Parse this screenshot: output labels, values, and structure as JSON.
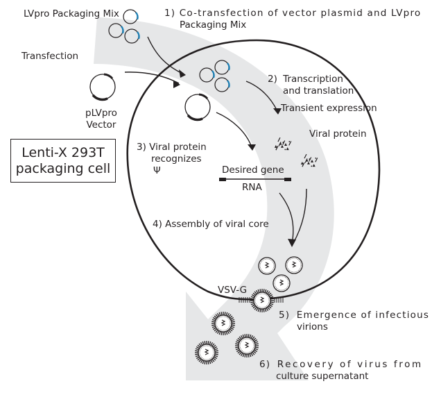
{
  "diagram": {
    "title_box": {
      "line1": "Lenti-X 293T",
      "line2": "packaging cell"
    },
    "labels": {
      "packaging_mix": "LVpro Packaging Mix",
      "transfection": "Transfection",
      "vector_line1": "pLVpro",
      "vector_line2": "Vector",
      "desired_gene": "Desired gene",
      "rna": "RNA",
      "viral_protein": "Viral protein",
      "vsvg": "VSV-G",
      "transient": "Transient expression",
      "psi": "Ψ"
    },
    "steps": [
      {
        "num": "1)",
        "line1": "Co-transfection of vector plasmid and LVpro",
        "line2": "Packaging Mix"
      },
      {
        "num": "2)",
        "line1": "Transcription",
        "line2": "and translation"
      },
      {
        "num": "3)",
        "line1": "Viral protein",
        "line2": "recognizes"
      },
      {
        "num": "4)",
        "line1": "Assembly of viral core",
        "line2": ""
      },
      {
        "num": "5)",
        "line1": "Emergence of infectious",
        "line2": "virions"
      },
      {
        "num": "6)",
        "line1": "Recovery of virus from",
        "line2": "culture supernatant"
      }
    ],
    "colors": {
      "band": "#e6e7e8",
      "ink": "#231f20",
      "plasmid_accent": "#1a7fb5"
    }
  }
}
